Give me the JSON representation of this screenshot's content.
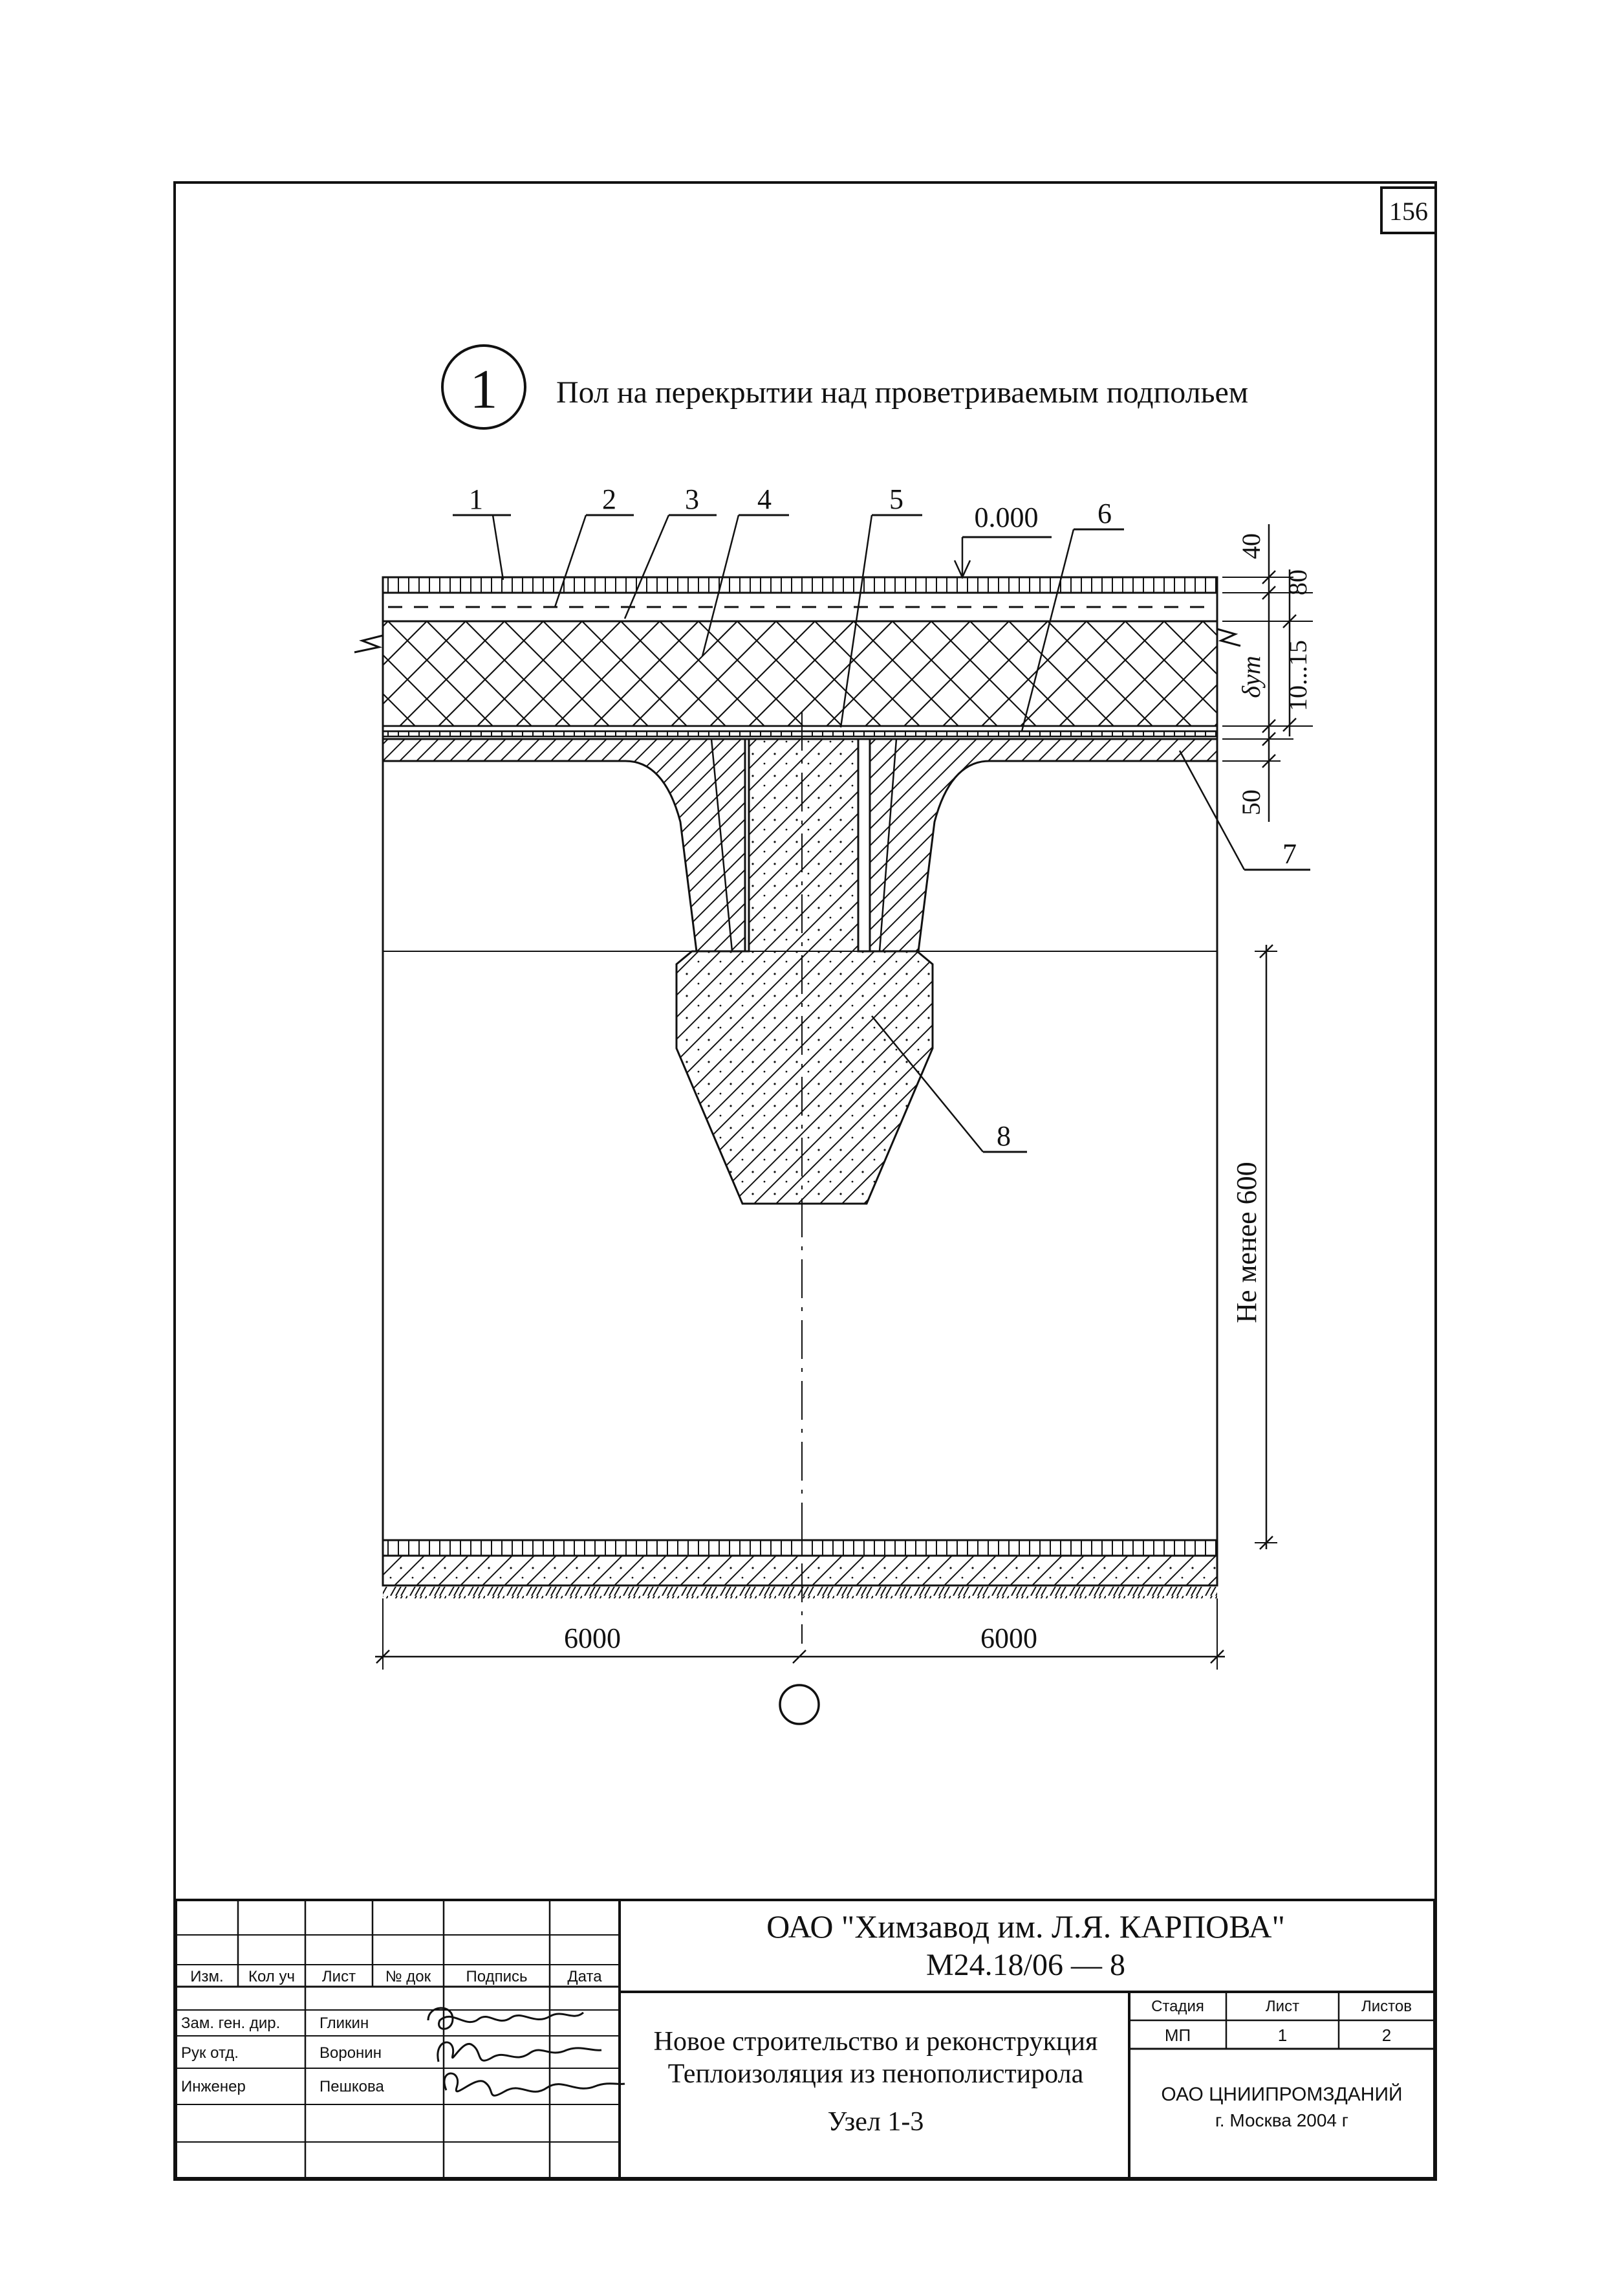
{
  "sheet": {
    "number": "156"
  },
  "detail": {
    "marker": "1",
    "title": "Пол на перекрытии над проветриваемым подпольем"
  },
  "callouts": [
    "1",
    "2",
    "3",
    "4",
    "5",
    "6",
    "7",
    "8"
  ],
  "levels": {
    "zero": "0.000"
  },
  "dimensions": {
    "d40": "40",
    "d80": "80",
    "d_insulation": "δут",
    "d10_15": "10...15",
    "d50": "50",
    "d600": "Не менее 600",
    "span_left": "6000",
    "span_right": "6000"
  },
  "title_block": {
    "organization": "ОАО \"Химзавод им. Л.Я. КАРПОВА\"",
    "document_code": "М24.18/06 — 8",
    "headers": {
      "izm": "Изм.",
      "kol_uch": "Кол уч",
      "list": "Лист",
      "ndoc": "№ док",
      "podpis": "Подпись",
      "data": "Дата"
    },
    "people": [
      {
        "role": "Зам. ген. дир.",
        "name": "Гликин"
      },
      {
        "role": "Рук отд.",
        "name": "Воронин"
      },
      {
        "role": "Инженер",
        "name": "Пешкова"
      }
    ],
    "description": {
      "line1": "Новое строительство и реконструкция",
      "line2": "Теплоизоляция из пенополистирола",
      "line3": "Узел 1-3"
    },
    "stage_headers": {
      "stadiya": "Стадия",
      "list": "Лист",
      "listov": "Листов"
    },
    "stage_values": {
      "stadiya": "МП",
      "list": "1",
      "listov": "2"
    },
    "company": {
      "name": "ОАО ЦНИИПРОМЗДАНИЙ",
      "city": "г. Москва 2004 г"
    }
  }
}
